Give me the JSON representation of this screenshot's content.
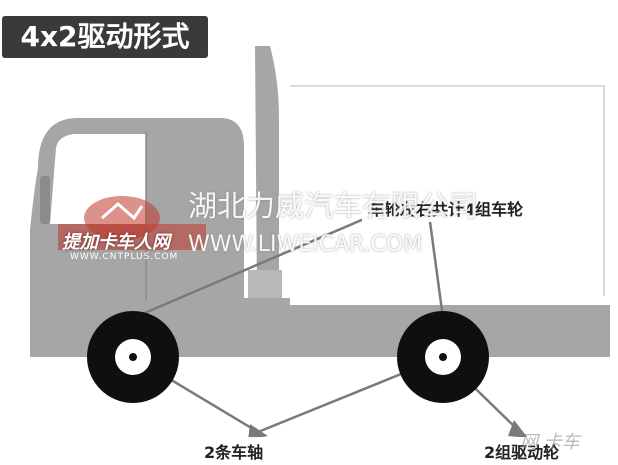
{
  "title": "4x2驱动形式",
  "labels": {
    "wheels_total": "车轮左右共计4组车轮",
    "axles": "2条车轴",
    "drive_wheels": "2组驱动轮"
  },
  "watermarks": {
    "company": "湖北力威汽车有限公司",
    "company_url": "WWW.LIWEICAR.COM",
    "logo_text": "提加卡车人网",
    "logo_url": "WWW.CNTPLUS.COM",
    "corner": "网 卡车"
  },
  "colors": {
    "badge_bg": "#3a3a3a",
    "truck_gray": "#a6a6a6",
    "truck_dark": "#8c8c8c",
    "line_gray": "#7a7a7a",
    "wheel_black": "#0f0f0f",
    "logo_red": "#c0392b"
  }
}
